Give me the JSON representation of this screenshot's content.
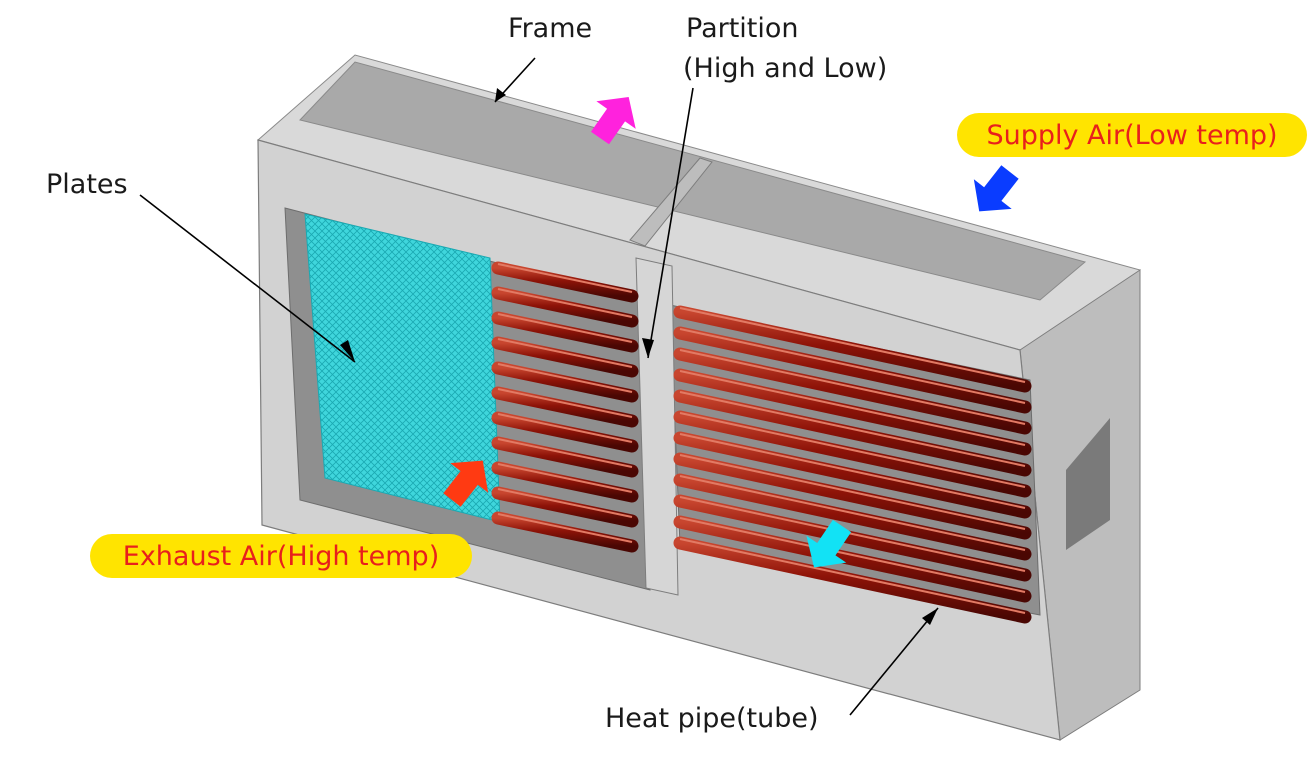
{
  "labels": {
    "frame": "Frame",
    "partition_line1": "Partition",
    "partition_line2": "(High and Low)",
    "plates": "Plates",
    "heat_pipe": "Heat pipe(tube)",
    "supply_air": "Supply Air(Low temp)",
    "exhaust_air": "Exhaust Air(High temp)"
  },
  "colors": {
    "pill_fill": "#ffe400",
    "pill_text": "#e8201c",
    "arrow_magenta": "#ff22dd",
    "arrow_blue": "#0a3cff",
    "arrow_red": "#ff3a12",
    "arrow_cyan": "#12e2f5",
    "tube": "#8e1308",
    "plates": "#3fd6dc",
    "frame": "#c9c9c9"
  },
  "icons": [
    "flow-arrow-magenta",
    "flow-arrow-blue",
    "flow-arrow-red",
    "flow-arrow-cyan"
  ]
}
